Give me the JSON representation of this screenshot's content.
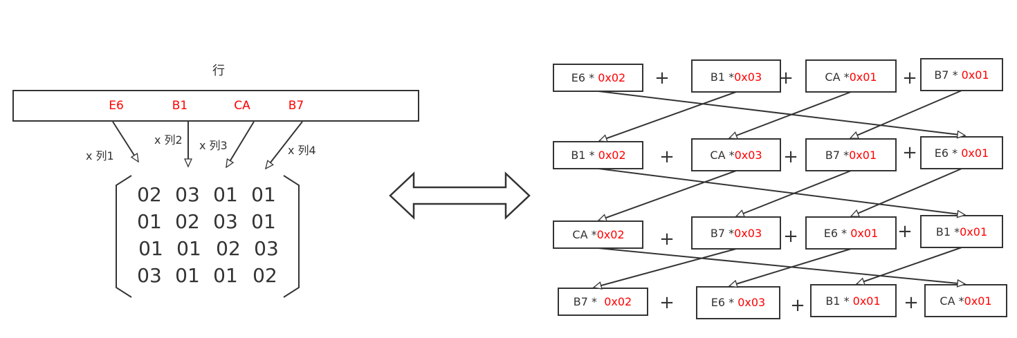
{
  "row_vector": {
    "title": "行",
    "bytes": [
      "E6",
      "B1",
      "CA",
      "B7"
    ],
    "multiply_labels": [
      "x 列1",
      "x 列2",
      "x 列3",
      "x 列4"
    ]
  },
  "matrix": [
    [
      "02",
      "03",
      "01",
      "01"
    ],
    [
      "01",
      "02",
      "03",
      "01"
    ],
    [
      "01",
      "01",
      "02",
      "03"
    ],
    [
      "03",
      "01",
      "01",
      "02"
    ]
  ],
  "terms": [
    [
      {
        "byte": "E6 * ",
        "coef": "0x02"
      },
      {
        "byte": "B1 *",
        "coef": "0x03"
      },
      {
        "byte": "CA *",
        "coef": "0x01"
      },
      {
        "byte": "B7 * ",
        "coef": "0x01"
      }
    ],
    [
      {
        "byte": "B1 * ",
        "coef": "0x02"
      },
      {
        "byte": "CA *",
        "coef": "0x03"
      },
      {
        "byte": "B7 *",
        "coef": "0x01"
      },
      {
        "byte": "E6 * ",
        "coef": "0x01"
      }
    ],
    [
      {
        "byte": "CA *",
        "coef": "0x02"
      },
      {
        "byte": "B7 *",
        "coef": "0x03"
      },
      {
        "byte": "E6 * ",
        "coef": "0x01"
      },
      {
        "byte": "B1 *",
        "coef": "0x01"
      }
    ],
    [
      {
        "byte": "B7 *  ",
        "coef": "0x02"
      },
      {
        "byte": "E6 * ",
        "coef": "0x03"
      },
      {
        "byte": "B1 * ",
        "coef": "0x01"
      },
      {
        "byte": "CA *",
        "coef": "0x01"
      }
    ]
  ],
  "plus_symbol": "+",
  "colors": {
    "stroke": "#333333",
    "text": "#333333",
    "accent": "#ff0000"
  }
}
